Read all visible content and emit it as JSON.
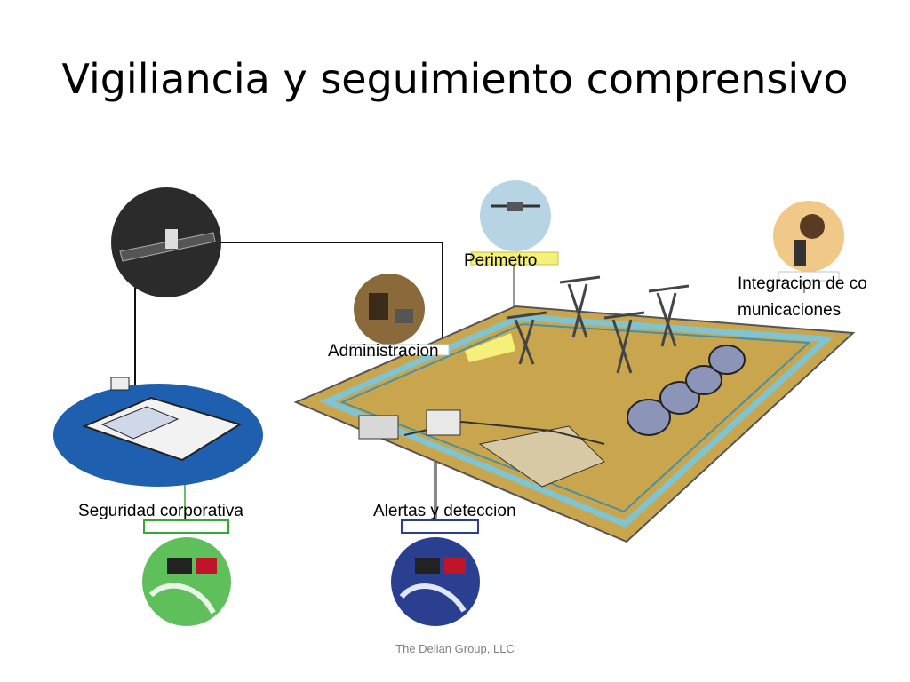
{
  "slide": {
    "title": "Vigiliancia y seguimiento comprensivo",
    "labels": {
      "perimetro": "Perimetro",
      "administracion": "Administracion",
      "integracion": "Integracion de comunicaciones",
      "seguridad": "Seguridad corporativa",
      "alertas": "Alertas y deteccion"
    },
    "footer": "The Delian Group, LLC"
  },
  "icons": [
    "satellite-icon",
    "drone-icon",
    "operator-icon",
    "radio-user-icon",
    "corporate-building-icon",
    "monitor-station-green-icon",
    "monitor-station-blue-icon",
    "oil-field-illustration"
  ],
  "colors": {
    "ground": "#c6a84a",
    "water": "#7fc4d0",
    "corporate_blue": "#1f5fb0",
    "alert_blue": "#2a3f8f",
    "security_green": "#4caf50",
    "highlight_yellow": "#f5f07a"
  }
}
